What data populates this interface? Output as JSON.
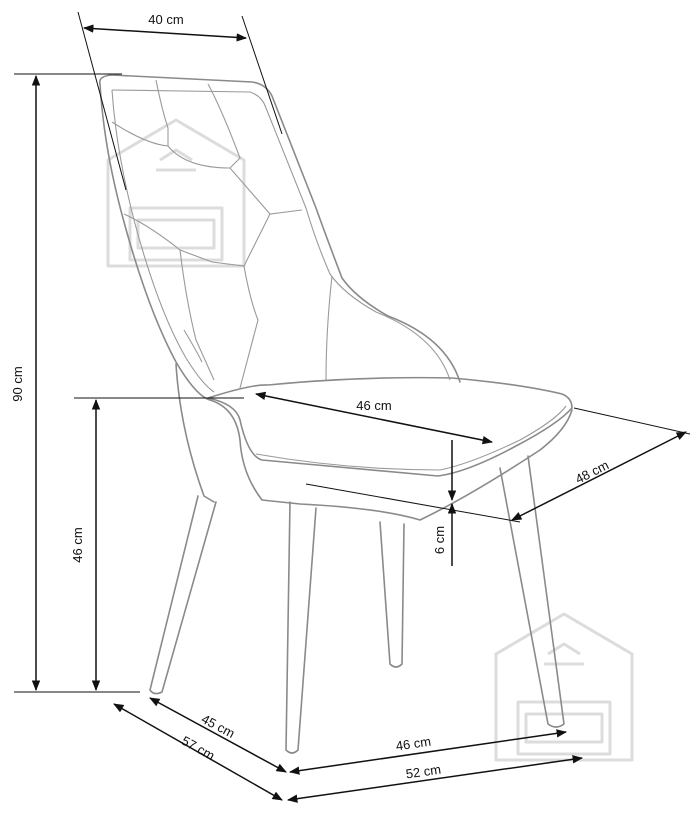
{
  "dimensions": {
    "backrest_width": "40 cm",
    "total_height": "90 cm",
    "seat_height": "46 cm",
    "seat_width": "46 cm",
    "seat_depth": "48 cm",
    "seat_thickness": "6 cm",
    "leg_depth_inner": "45 cm",
    "leg_depth_outer": "57 cm",
    "leg_width_inner": "46 cm",
    "leg_width_outer": "52 cm"
  },
  "colors": {
    "chair_outline": "#8a8a8a",
    "dimension_lines": "#111111",
    "watermark": "#dcdcdc"
  },
  "icons": [
    "house-sofa-watermark-icon"
  ]
}
